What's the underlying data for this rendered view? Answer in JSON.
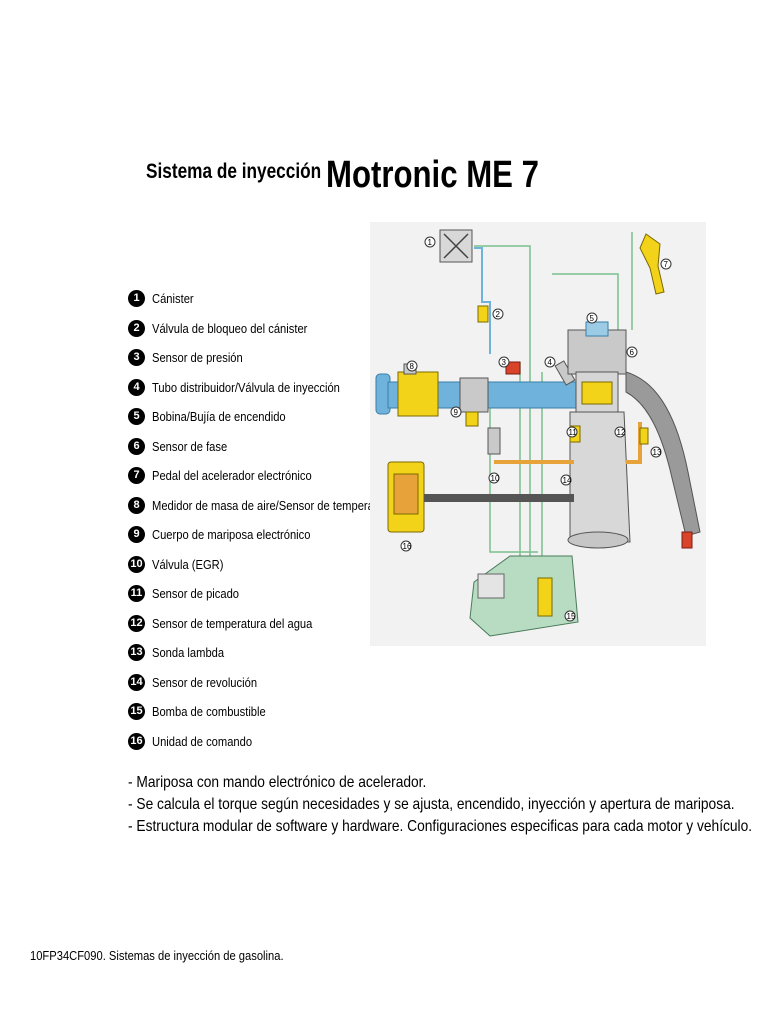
{
  "title": {
    "subtitle": "Sistema de inyección",
    "main": "Motronic ME 7"
  },
  "legend": [
    {
      "num": "1",
      "label": "Cánister"
    },
    {
      "num": "2",
      "label": "Válvula de bloqueo del cánister"
    },
    {
      "num": "3",
      "label": "Sensor de presión"
    },
    {
      "num": "4",
      "label": "Tubo distribuidor/Válvula de inyección"
    },
    {
      "num": "5",
      "label": "Bobina/Bujía de encendido"
    },
    {
      "num": "6",
      "label": "Sensor de fase"
    },
    {
      "num": "7",
      "label": "Pedal del acelerador electrónico"
    },
    {
      "num": "8",
      "label": "Medidor de masa de aire/Sensor de temperatura"
    },
    {
      "num": "9",
      "label": "Cuerpo de mariposa electrónico"
    },
    {
      "num": "10",
      "label": "Válvula (EGR)"
    },
    {
      "num": "11",
      "label": "Sensor de picado"
    },
    {
      "num": "12",
      "label": "Sensor de temperatura del agua"
    },
    {
      "num": "13",
      "label": "Sonda lambda"
    },
    {
      "num": "14",
      "label": "Sensor de revolución"
    },
    {
      "num": "15",
      "label": "Bomba de combustible"
    },
    {
      "num": "16",
      "label": "Unidad de comando"
    }
  ],
  "diagram": {
    "callouts": [
      "1",
      "2",
      "3",
      "4",
      "5",
      "6",
      "7",
      "8",
      "9",
      "10",
      "11",
      "12",
      "13",
      "14",
      "15",
      "16"
    ],
    "colors": {
      "intake": "#6fb3dc",
      "component_yellow": "#f3d21a",
      "engine_gray": "#c9c9c9",
      "exhaust": "#9a9a9a",
      "fuel_tank_green": "#b7dcc2",
      "egr_orange": "#e8a23a",
      "wire_green": "#7bbf8d",
      "sensor_red": "#d9432a"
    }
  },
  "notes": [
    "- Mariposa con mando electrónico de acelerador.",
    "- Se calcula el torque según necesidades y se ajusta, encendido, inyección  y apertura de mariposa.",
    "- Estructura modular de software y hardware. Configuraciones especificas     para cada motor y vehículo."
  ],
  "footer": "10FP34CF090.  Sistemas de inyección de gasolina."
}
